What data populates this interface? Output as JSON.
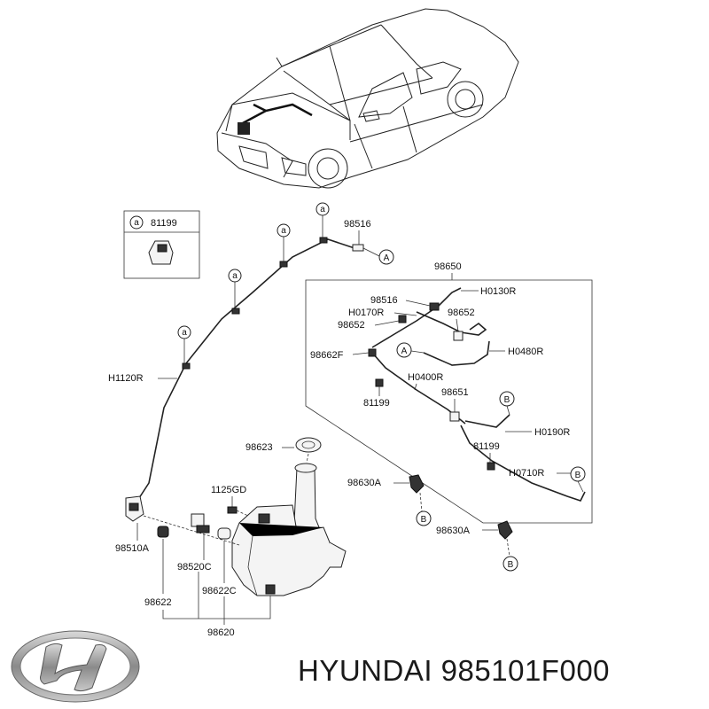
{
  "labels": {
    "l81199_box": "81199",
    "l98516_top": "98516",
    "l98650": "98650",
    "l98516_in": "98516",
    "lH0130R": "H0130R",
    "lH0170R": "H0170R",
    "l98652_a": "98652",
    "l98652_b": "98652",
    "l98662F": "98662F",
    "lH0480R": "H0480R",
    "lH0400R": "H0400R",
    "l98651": "98651",
    "l81199_in1": "81199",
    "l81199_in2": "81199",
    "lH0190R": "H0190R",
    "lH0710R": "H0710R",
    "lH1120R": "H1120R",
    "l98623": "98623",
    "l1125GD": "1125GD",
    "l98630A_1": "98630A",
    "l98630A_2": "98630A",
    "l98510A": "98510A",
    "l98520C": "98520C",
    "l98622C": "98622C",
    "l98622": "98622",
    "l98620": "98620"
  },
  "callouts": {
    "a": "a",
    "A": "A",
    "B": "B"
  },
  "brand": {
    "title": "HYUNDAI 985101F000",
    "logo_icon": "hyundai-logo-icon"
  }
}
